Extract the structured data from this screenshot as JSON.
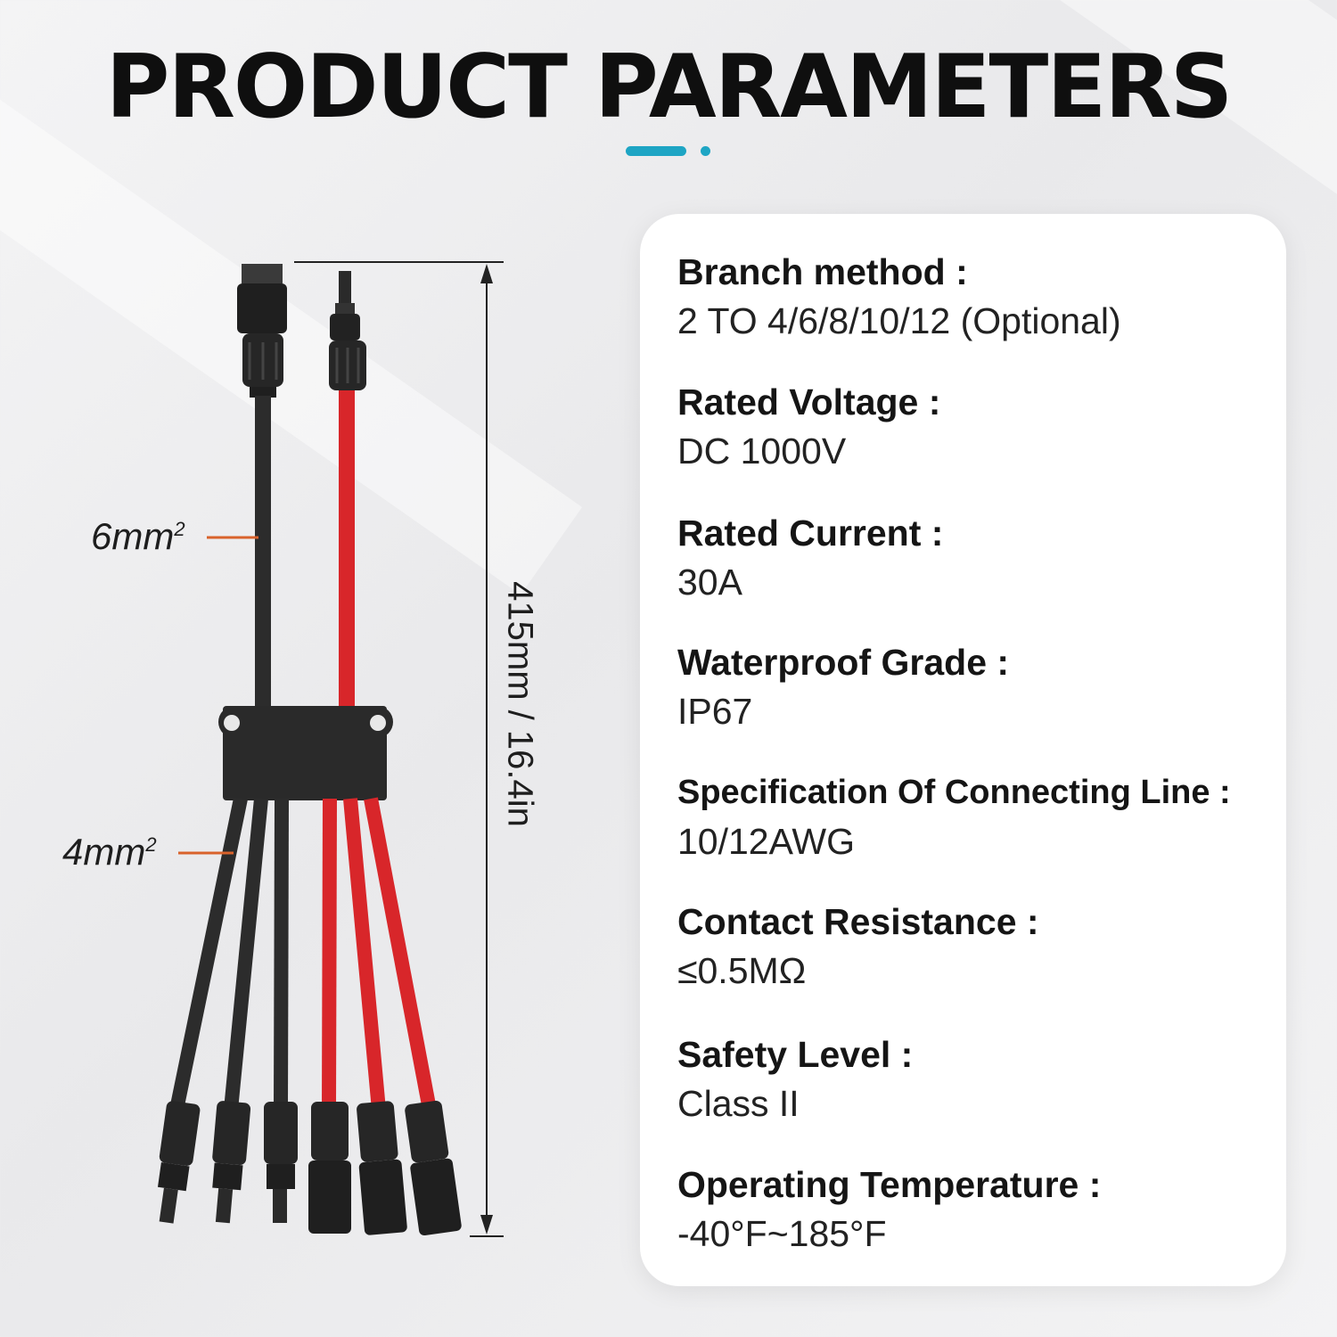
{
  "title": "PRODUCT PARAMETERS",
  "colors": {
    "accent": "#1ea5c4",
    "leader": "#d9622b",
    "cable_black": "#2c2c2c",
    "cable_red": "#d8262a"
  },
  "product": {
    "dimension_label": "415mm / 16.4in",
    "size_main": "6mm",
    "size_branch": "4mm",
    "size_superscript": "2"
  },
  "parameters": [
    {
      "label": "Branch method :",
      "value": "2 TO 4/6/8/10/12 (Optional)"
    },
    {
      "label": "Rated Voltage :",
      "value": "DC 1000V"
    },
    {
      "label": "Rated Current :",
      "value": "30A"
    },
    {
      "label": "Waterproof Grade :",
      "value": "IP67"
    },
    {
      "label": "Specification Of Connecting Line  :",
      "value": "10/12AWG"
    },
    {
      "label": "Contact Resistance :",
      "value": "≤0.5MΩ"
    },
    {
      "label": "Safety Level :",
      "value": "Class II"
    },
    {
      "label": "Operating Temperature :",
      "value": "-40°F~185°F"
    }
  ]
}
